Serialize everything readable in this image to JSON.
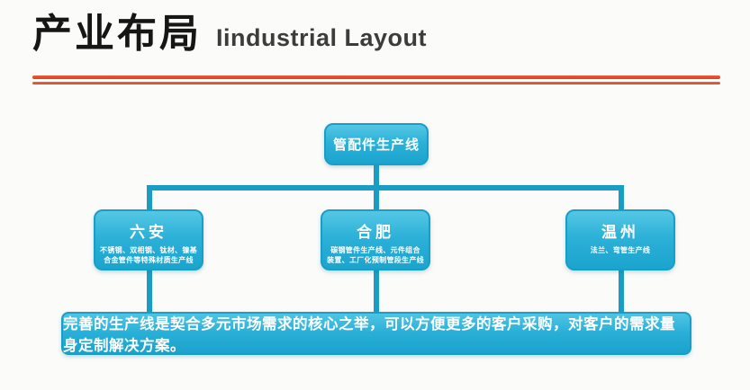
{
  "slide": {
    "title_cn": "产业布局",
    "title_en": "Iindustrial Layout",
    "colors": {
      "box_fill": "#2cb1d8",
      "box_border": "#199ec7",
      "connector": "#1a9dc5",
      "accent_line": "#de4526",
      "title_text": "#161616",
      "box_text": "#ffffff"
    }
  },
  "diagram": {
    "root": {
      "label": "管配件生产线"
    },
    "children": [
      {
        "label": "六安",
        "detail": "不锈钢、双相钢、钛材、镍基\n合金管件等特殊材质生产线"
      },
      {
        "label": "合肥",
        "detail": "碳钢管件生产线、元件组合\n装置、工厂化预制管段生产线"
      },
      {
        "label": "温州",
        "detail": "法兰、弯管生产线"
      }
    ],
    "footer": "完善的生产线是契合多元市场需求的核心之举，可以方便更多的客户采购，对客户的需求量身定制解决方案。"
  }
}
